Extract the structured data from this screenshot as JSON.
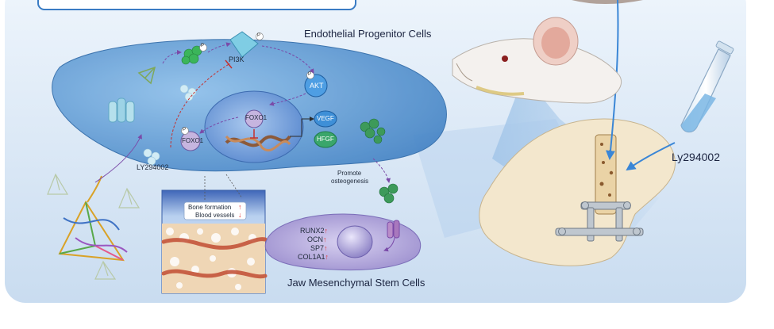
{
  "labels": {
    "endothelial": "Endothelial Progenitor Cells",
    "pi3k": "PI3K",
    "akt": "AKT",
    "foxo1_nucleus": "FOXO1",
    "foxo1_cyto": "FOXO1",
    "vegf": "VEGF",
    "hfgf": "HFGF",
    "ly_cell": "LY294002",
    "promote": "Promote",
    "osteogenesis": "osteogenesis",
    "bone_formation": "Bone formation",
    "blood_vessels": "Blood vessels",
    "runx2": "RUNX2",
    "ocn": "OCN",
    "sp7": "SP7",
    "col1a1": "COL1A1",
    "jaw": "Jaw Mesenchymal Stem Cells",
    "ly_tube": "Ly294002",
    "phospho": "P"
  },
  "colors": {
    "background_panel": "#dbe9f7",
    "epc_cell": "#4f8fcf",
    "nucleus": "#6f9ad6",
    "msc_cell": "#a79bd6",
    "up_arrow": "#e23a3a",
    "bone": "#f1e4c8",
    "vessel": "#c4553b"
  }
}
